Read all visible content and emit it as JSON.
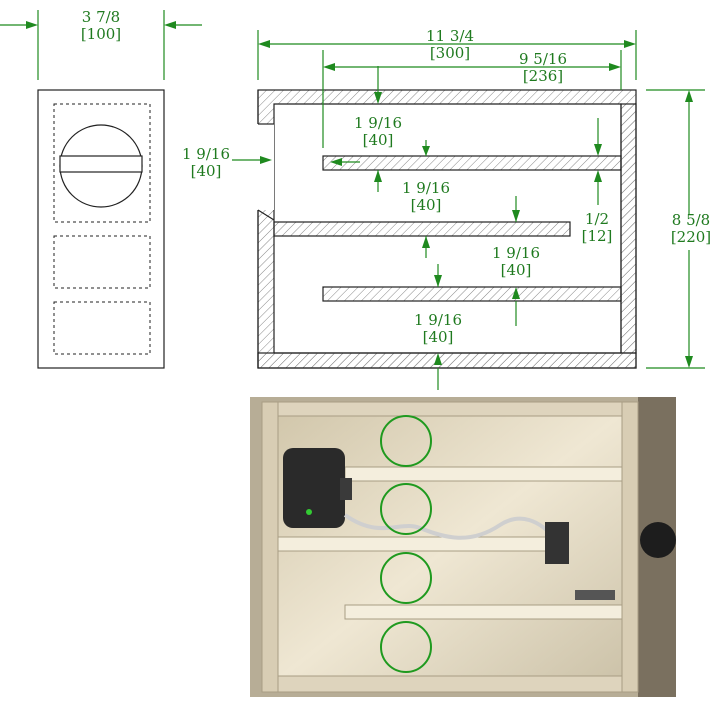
{
  "colors": {
    "dimension": "#1f8a1f",
    "outline": "#222222",
    "hatch": "#888888",
    "photo_wood": "#e8dfc8",
    "photo_dark": "#2a2a2a"
  },
  "dimensions": {
    "side_width": {
      "imperial": "3 7/8",
      "metric": "[100]"
    },
    "overall_width": {
      "imperial": "11 3/4",
      "metric": "[300]"
    },
    "baffle_length": {
      "imperial": "9 5/16",
      "metric": "[236]"
    },
    "port_height": {
      "imperial": "1 9/16",
      "metric": "[40]"
    },
    "gap_1": {
      "imperial": "1 9/16",
      "metric": "[40]"
    },
    "gap_2": {
      "imperial": "1 9/16",
      "metric": "[40]"
    },
    "gap_3": {
      "imperial": "1 9/16",
      "metric": "[40]"
    },
    "gap_4": {
      "imperial": "1 9/16",
      "metric": "[40]"
    },
    "wall_thickness": {
      "imperial": "1/2",
      "metric": "[12]"
    },
    "overall_height": {
      "imperial": "8 5/8",
      "metric": "[220]"
    }
  },
  "icons": {
    "driver": "speaker-driver-icon",
    "circles": "airflow-circle-icon"
  }
}
